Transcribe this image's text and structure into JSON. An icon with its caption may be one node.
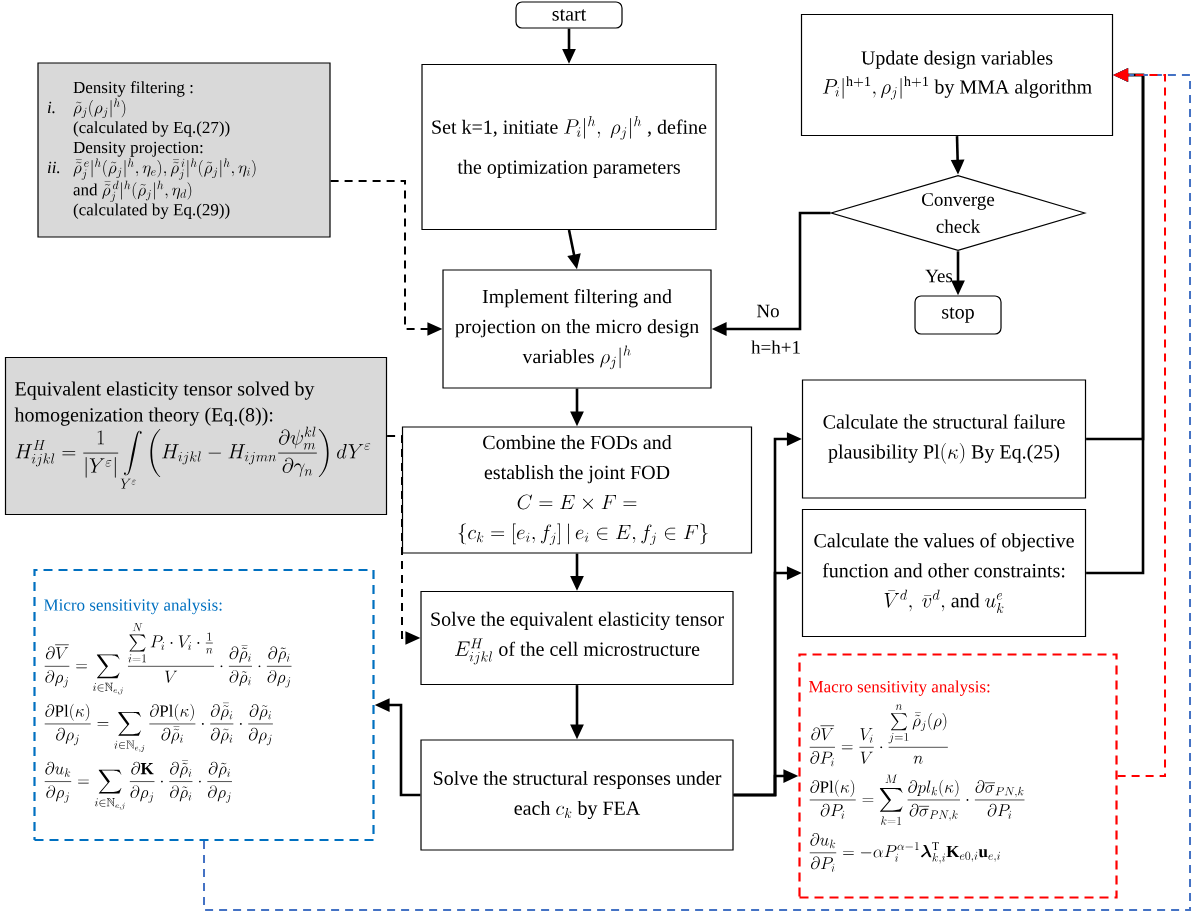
{
  "diagram": {
    "nodes": [
      {
        "text": [
          "Density filtering :",
          "i.",
          "\\tilde{\\rho}_j(\\rho_j|^h)",
          "(calculated by Eq.(27))",
          "Density projection:",
          "ii.",
          "\\bar{\\tilde{\\rho}}_j^{\\,e}|^h(\\tilde{\\rho}_j|^h,\\eta_e),\\bar{\\tilde{\\rho}}_j^{\\,i}|^h(\\tilde{\\rho}_j|^h,\\eta_i)",
          "and",
          "\\bar{\\tilde{\\rho}}_j^{\\,d}|^h(\\tilde{\\rho}_j|^h,\\eta_d)",
          "(calculated by Eq.(29))"
        ]
      },
      {
        "text": [
          "start"
        ]
      },
      {
        "text": [
          "Set k=1,  initiate",
          "P_i|^h,\\ \\rho_j|^h",
          ", define the optimization parameters"
        ]
      },
      {
        "text": [
          "Update design variables",
          "P_i|^{\\mathrm{h+1}},\\rho_j|^{\\mathrm{h+1}}",
          "by MMA algorithm"
        ]
      },
      {
        "text": [
          "Converge check"
        ]
      },
      {
        "text": [
          "stop"
        ]
      },
      {
        "text": [
          "Implement filtering and projection on the micro design variables",
          "\\rho_j|^h"
        ]
      },
      {
        "text": [
          "Equivalent elasticity tensor solved by homogenization theory (Eq.(8)):",
          "H_{ijkl}^H=\\frac{1}{|Y^\\varepsilon|}\\int\\limits_{Y^\\varepsilon}\\left(H_{ijkl}-H_{ijmn}\\frac{\\partial\\psi_m^{kl}}{\\partial\\gamma_n}\\right)dY^\\varepsilon"
        ]
      },
      {
        "text": [
          "Combine the FODs and establish the joint FOD",
          "C=E\\times F=\\left\\{c_k=[e_i,f_j]\\,\\middle|\\,e_i\\in E,f_j\\in F\\right\\}"
        ]
      },
      {
        "text": [
          "Calculate the structural failure plausibility",
          "\\mathrm{Pl}(\\kappa)",
          "By Eq.(25)"
        ]
      },
      {
        "text": [
          "Calculate the values of objective function and other constraints:",
          "\\bar{V}^d,\\ \\bar{v}^d,",
          "and",
          "u_k^e"
        ]
      },
      {
        "text": [
          "Micro sensitivity analysis:",
          "\\frac{\\partial\\overline{V}}{\\partial\\rho_j}=\\sum_{i\\in\\mathbb{N}_{e,j}}\\frac{\\sum\\limits_{i=1}^{N}P_i\\cdot V_i\\cdot\\frac{1}{n}}{V}\\cdot\\frac{\\partial\\bar{\\tilde{\\rho}}_i}{\\partial\\tilde{\\rho}_i}\\cdot\\frac{\\partial\\tilde{\\rho}_i}{\\partial\\rho_j}",
          "\\frac{\\partial\\mathrm{Pl}(\\kappa)}{\\partial\\rho_j}=\\sum_{i\\in\\mathbb{N}_{e,j}}\\frac{\\partial\\mathrm{Pl}(\\kappa)}{\\partial\\bar{\\tilde{\\rho}}_i}\\cdot\\frac{\\partial\\bar{\\tilde{\\rho}}_i}{\\partial\\tilde{\\rho}_i}\\cdot\\frac{\\partial\\tilde{\\rho}_i}{\\partial\\rho_j}",
          "\\frac{\\partial u_k}{\\partial\\rho_j}=\\sum_{i\\in\\mathbb{N}_{e,j}}\\frac{\\partial\\mathbf{K}}{\\partial\\rho_j}\\cdot\\frac{\\partial\\bar{\\tilde{\\rho}}_i}{\\partial\\tilde{\\rho}_i}\\cdot\\frac{\\partial\\tilde{\\rho}_i}{\\partial\\rho_j}"
        ]
      },
      {
        "text": [
          "Solve the equivalent elasticity tensor",
          "E_{ijkl}^H",
          "of the cell microstructure"
        ]
      },
      {
        "text": [
          "Macro sensitivity analysis:",
          "\\frac{\\partial\\overline{V}}{\\partial P_i}=\\frac{V_i}{V}\\cdot\\frac{\\sum\\limits_{j=1}^{n}\\bar{\\tilde{\\rho}}_j(\\rho)}{n}",
          "\\frac{\\partial\\mathrm{Pl}(\\kappa)}{\\partial P_i}=\\sum_{k=1}^{M}\\frac{\\partial pl_k(\\kappa)}{\\partial\\overline{\\sigma}_{PN,k}}\\cdot\\frac{\\partial\\overline{\\sigma}_{PN,k}}{\\partial P_i}",
          "\\frac{\\partial u_k}{\\partial P_i}=-\\alpha P_i^{\\alpha-1}\\boldsymbol{\\lambda}_{k,i}^{\\mathrm{T}}\\mathbf{K}_{e0,i}\\mathbf{u}_{e,i}"
        ]
      },
      {
        "text": [
          "Solve the structural responses under each",
          "c_k",
          "by FEA"
        ]
      }
    ],
    "edges": [
      {
        "from": 1,
        "to": 2,
        "arrow": "to"
      },
      {
        "from": 2,
        "to": 6,
        "arrow": "to"
      },
      {
        "from": 6,
        "to": 8,
        "arrow": "to"
      },
      {
        "from": 8,
        "to": 12,
        "arrow": "to"
      },
      {
        "from": 12,
        "to": 14,
        "arrow": "to"
      },
      {
        "from": 14,
        "to": 9,
        "arrow": "to"
      },
      {
        "from": 14,
        "to": 10,
        "arrow": "to"
      },
      {
        "from": 14,
        "to": 13,
        "arrow": "to"
      },
      {
        "from": 14,
        "to": 11,
        "arrow": "to"
      },
      {
        "from": 9,
        "to": 3,
        "arrow": "to"
      },
      {
        "from": 10,
        "to": 3,
        "arrow": "to"
      },
      {
        "from": 3,
        "to": 4,
        "arrow": "to"
      },
      {
        "from": 4,
        "to": 5,
        "arrow": "to",
        "label": "Yes"
      },
      {
        "from": 4,
        "to": 6,
        "arrow": "to",
        "label": "No"
      },
      {
        "from": 0,
        "to": 6,
        "arrow": "to",
        "style": "dashed"
      },
      {
        "from": 7,
        "to": 12,
        "arrow": "to",
        "style": "dashed"
      },
      {
        "from": 11,
        "to": 3,
        "arrow": "to",
        "style": "dashed",
        "color": "#4472c4"
      },
      {
        "from": 13,
        "to": 3,
        "arrow": "to",
        "style": "dashed",
        "color": "#ff0000"
      }
    ],
    "labels": [
      "h=h+1"
    ]
  }
}
